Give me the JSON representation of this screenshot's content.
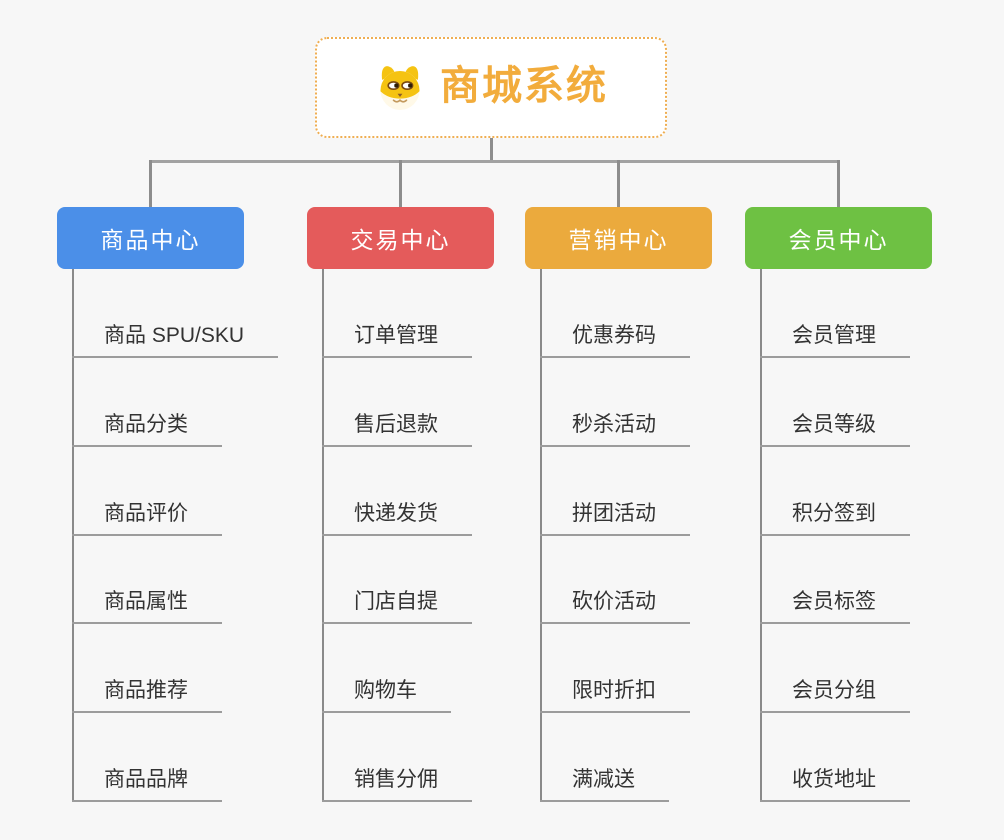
{
  "root": {
    "title": "商城系统",
    "icon": "shiba-dog-icon",
    "title_color": "#F2AC3C",
    "border_color": "#EFAE52"
  },
  "connector_color": "#999999",
  "branches": [
    {
      "label": "商品中心",
      "color": "#4B8FE8",
      "items": [
        "商品 SPU/SKU",
        "商品分类",
        "商品评价",
        "商品属性",
        "商品推荐",
        "商品品牌"
      ]
    },
    {
      "label": "交易中心",
      "color": "#E45B5B",
      "items": [
        "订单管理",
        "售后退款",
        "快递发货",
        "门店自提",
        "购物车",
        "销售分佣"
      ]
    },
    {
      "label": "营销中心",
      "color": "#EBAA3D",
      "items": [
        "优惠券码",
        "秒杀活动",
        "拼团活动",
        "砍价活动",
        "限时折扣",
        "满减送"
      ]
    },
    {
      "label": "会员中心",
      "color": "#6EC143",
      "items": [
        "会员管理",
        "会员等级",
        "积分签到",
        "会员标签",
        "会员分组",
        "收货地址"
      ]
    }
  ]
}
